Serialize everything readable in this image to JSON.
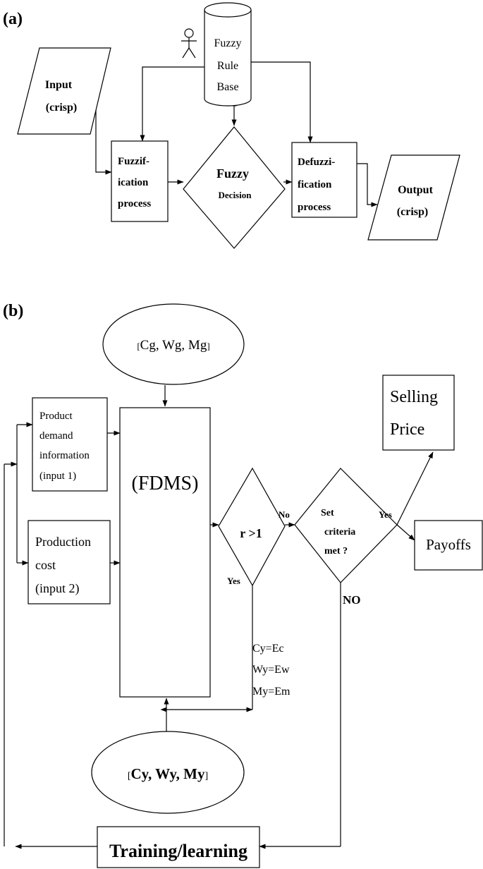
{
  "panel_a": {
    "label": "(a)",
    "input": [
      "Input",
      "(crisp)"
    ],
    "rule_base": [
      "Fuzzy",
      "Rule",
      "Base"
    ],
    "fuzzification": [
      "Fuzzif-",
      "ication",
      "process"
    ],
    "decision": [
      "Fuzzy",
      "Decision"
    ],
    "defuzzification": [
      "Defuzzi-",
      "fication",
      "process"
    ],
    "output": [
      "Output",
      "(crisp)"
    ]
  },
  "panel_b": {
    "label": "(b)",
    "goal_params": {
      "bracket_open": "[",
      "text": "Cg, Wg, Mg",
      "bracket_close": "]"
    },
    "product_demand": [
      "Product",
      "demand",
      "information",
      "(input 1)"
    ],
    "production_cost": [
      "Production",
      "cost",
      "(input 2)"
    ],
    "fdms": "(FDMS)",
    "ratio_check": "r >1",
    "no_label": "No",
    "yes_label_ratio": "Yes",
    "criteria": [
      "Set",
      "criteria",
      "met ?"
    ],
    "yes_label_criteria": "Yes",
    "no_label_criteria": "NO",
    "selling_price": [
      "Selling",
      "Price"
    ],
    "payoffs": "Payoffs",
    "assignments": [
      "Cy=Ec",
      "Wy=Ew",
      "My=Em"
    ],
    "current_params": {
      "bracket_open": "[",
      "text": "Cy, Wy, My",
      "bracket_close": "]"
    },
    "training": "Training/learning"
  }
}
